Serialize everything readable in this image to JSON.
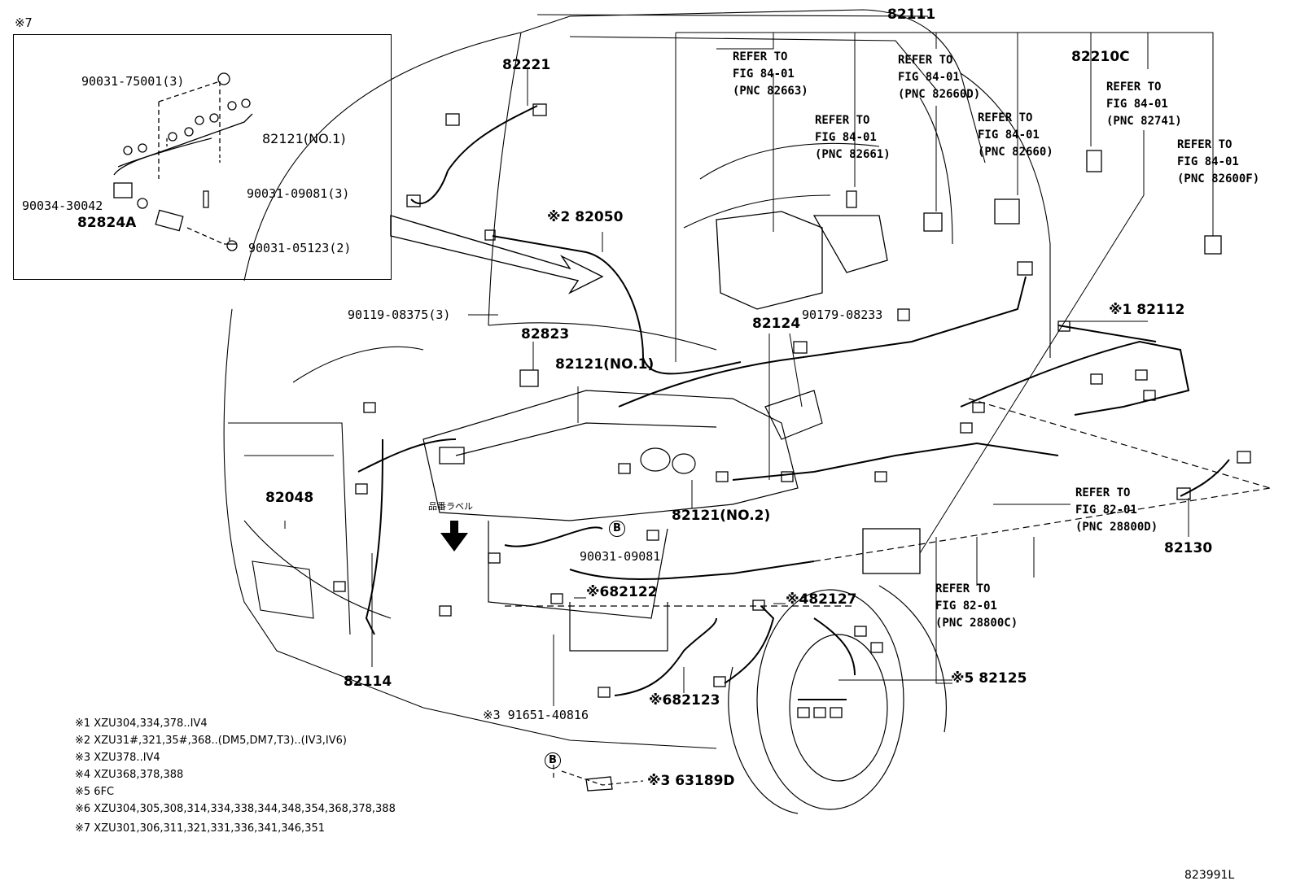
{
  "inset": {
    "marker": "※7"
  },
  "inset_parts": [
    "90031-75001(3)",
    "82121(NO.1)",
    "90031-09081(3)",
    "90034-30042",
    "82824A",
    "90031-05123(2)"
  ],
  "main_parts": {
    "p82111": "82111",
    "p82221": "82221",
    "p82210c": "82210C",
    "p82050": "※2 82050",
    "p9011908375": "90119-08375(3)",
    "p82823": "82823",
    "p82121no1": "82121(NO.1)",
    "p82124": "82124",
    "p9017908233": "90179-08233",
    "p82112": "※1 82112",
    "p82048": "82048",
    "p82121no2": "82121(NO.2)",
    "p9003109081": "90031-09081",
    "p82122": "※682122",
    "p82127": "※482127",
    "p82114": "82114",
    "p82123": "※682123",
    "p9165140816": "※3 91651-40816",
    "p82125": "※5 82125",
    "p82130": "82130",
    "p63189d": "※3 63189D",
    "label_jp": "品番ラベル"
  },
  "refers": {
    "r1": "REFER TO\nFIG 84-01\n(PNC 82663)",
    "r2": "REFER TO\nFIG 84-01\n(PNC 82660D)",
    "r3": "REFER TO\nFIG 84-01\n(PNC 82661)",
    "r4": "REFER TO\nFIG 84-01\n(PNC 82660)",
    "r5": "REFER TO\nFIG 84-01\n(PNC 82741)",
    "r6": "REFER TO\nFIG 84-01\n(PNC 82600F)",
    "r7": "REFER TO\nFIG 82-01\n(PNC 28800D)",
    "r8": "REFER TO\nFIG 82-01\n(PNC 28800C)"
  },
  "circle_b": "B",
  "notes": [
    "※1 XZU304,334,378..IV4",
    "※2 XZU31#,321,35#,368..(DM5,DM7,T3)..(IV3,IV6)",
    "※3 XZU378..IV4",
    "※4 XZU368,378,388",
    "※5 6FC",
    "※6 XZU304,305,308,314,334,338,344,348,354,368,378,388",
    "※7 XZU301,306,311,321,331,336,341,346,351"
  ],
  "figure_code": "823991L"
}
